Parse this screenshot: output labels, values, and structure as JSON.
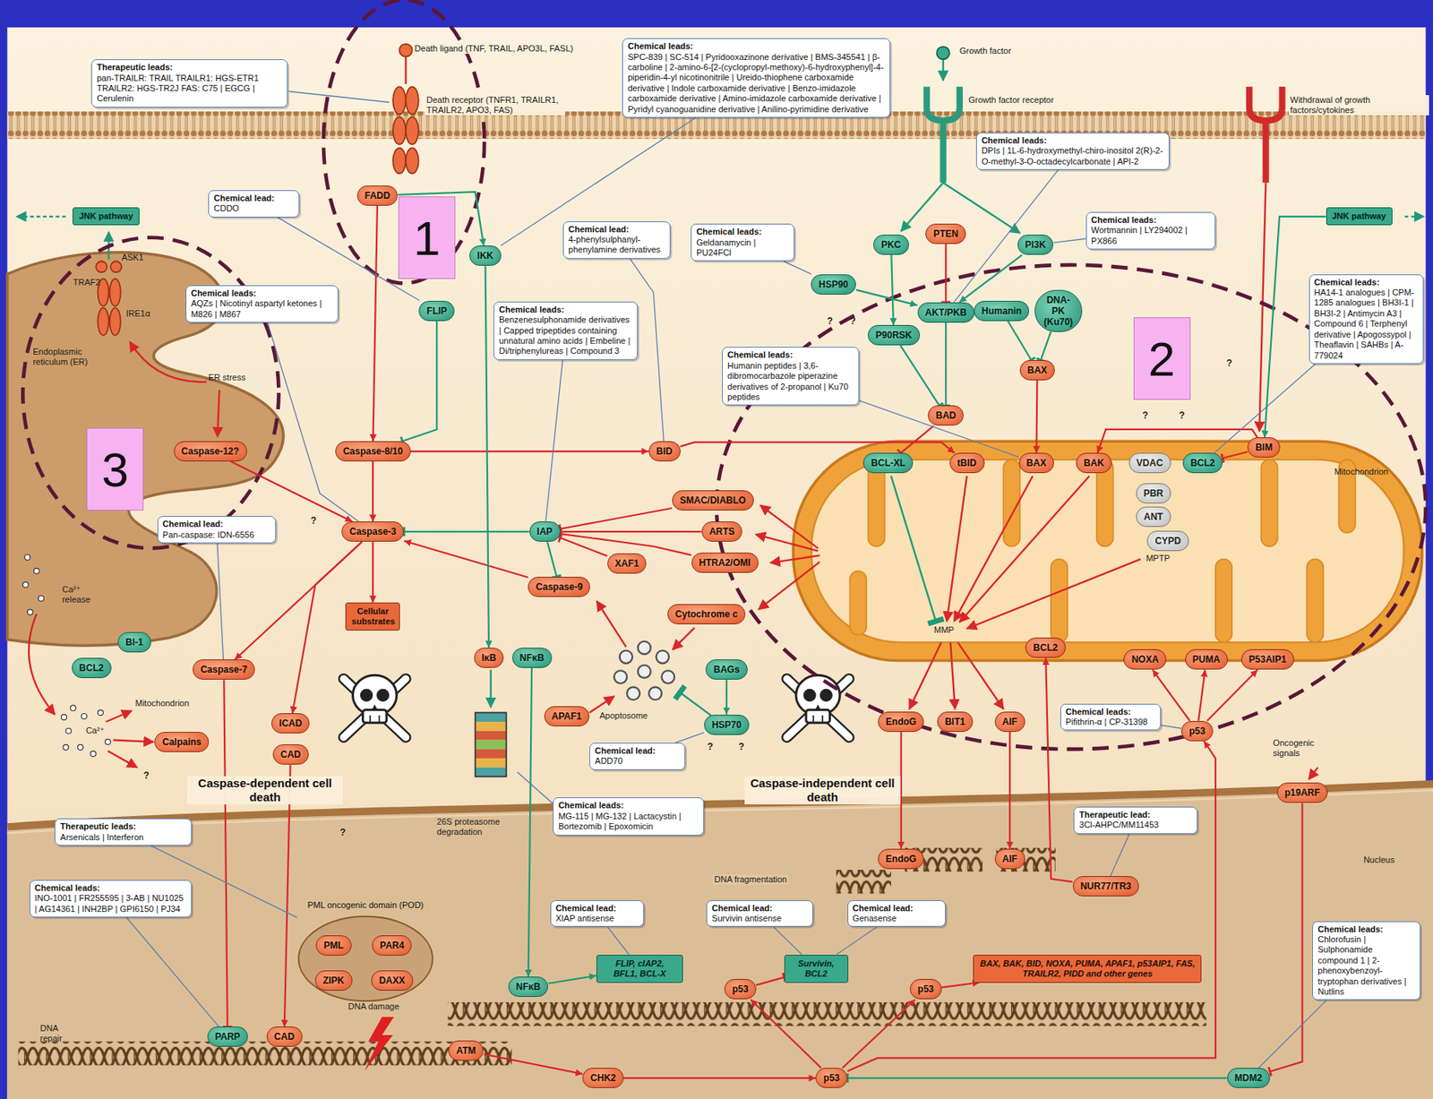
{
  "diagram": {
    "nodes": [
      {
        "text": [
          "Therapeutic leads:",
          "pan-TRAILR: TRAIL TRAILR1: HGS-ETR1 TRAILR2: HGS-TR2J FAS: C75 | EGCG | Cerulenin"
        ]
      },
      {
        "text": [
          "Chemical leads:",
          "SPC-839 | SC-514 | Pyridooxazinone derivative | BMS-345541 | β-carboline | 2-amino-6-[2-(cyclopropyl-methoxy)-6-hydroxyphenyl]-4-piperidin-4-yl nicotinonitrile | Ureido-thiophene carboxamide derivative | Indole carboxamide derivative | Benzo-imidazole carboxamide derivative | Amino-imidazole carboxamide derivative | Pyridyl cyanoguanidine derivative | Anilino-pyrimidine derivative"
        ]
      },
      {
        "text": [
          "Chemical leads:",
          "DPIs | 1L-6-hydroxymethyl-chiro-inositol 2(R)-2-O-methyl-3-O-octadecylcarbonate | API-2"
        ]
      },
      {
        "text": [
          "FADD"
        ]
      },
      {
        "text": [
          "Chemical lead:",
          "CDDO"
        ]
      },
      {
        "text": [
          "IKK"
        ]
      },
      {
        "text": [
          "JNK pathway"
        ]
      },
      {
        "text": [
          "JNK pathway"
        ]
      },
      {
        "text": [
          "PKC"
        ]
      },
      {
        "text": [
          "PTEN"
        ]
      },
      {
        "text": [
          "PI3K"
        ]
      },
      {
        "text": [
          "Chemical leads:",
          "Wortmannin | LY294002 | PX866"
        ]
      },
      {
        "text": [
          "Chemical lead:",
          "4-phenylsulphanyl-phenylamine derivatives"
        ]
      },
      {
        "text": [
          "Chemical leads:",
          "Geldanamycin | PU24FCl"
        ]
      },
      {
        "text": [
          "HSP90"
        ]
      },
      {
        "text": [
          "AKT/PKB"
        ]
      },
      {
        "text": [
          "Humanin"
        ]
      },
      {
        "text": [
          "DNA-PK (Ku70)"
        ]
      },
      {
        "text": [
          "FLIP"
        ]
      },
      {
        "text": [
          "Chemical leads:",
          "AQZs | Nicotinyl aspartyl ketones | M826 | M867"
        ]
      },
      {
        "text": [
          "P90RSK"
        ]
      },
      {
        "text": [
          "Chemical leads:",
          "Benzenesulphonamide derivatives | Capped tripeptides containing unnatural amino acids | Embeline | Di/triphenylureas | Compound 3"
        ]
      },
      {
        "text": [
          "Chemical leads:",
          "Humanin peptides | 3,6-dibromocarbazole piperazine derivatives of 2-propanol | Ku70 peptides"
        ]
      },
      {
        "text": [
          "Chemical leads:",
          "HA14-1 analogues | CPM-1285 analogues | BH3I-1 | BH3I-2 | Antimycin A3 | Compound 6 | Terphenyl derivative | Apogossypol | Theaflavin | SAHBs | A-779024"
        ]
      },
      {
        "text": [
          "BAX"
        ]
      },
      {
        "text": [
          "BAD"
        ]
      },
      {
        "text": [
          "Caspase-12?"
        ]
      },
      {
        "text": [
          "Caspase-8/10"
        ]
      },
      {
        "text": [
          "BID"
        ]
      },
      {
        "text": [
          "BIM"
        ]
      },
      {
        "text": [
          "BCL-XL"
        ]
      },
      {
        "text": [
          "tBID"
        ]
      },
      {
        "text": [
          "BAX"
        ]
      },
      {
        "text": [
          "BAK"
        ]
      },
      {
        "text": [
          "VDAC"
        ]
      },
      {
        "text": [
          "BCL2"
        ]
      },
      {
        "text": [
          "SMAC/DIABLO"
        ]
      },
      {
        "text": [
          "Caspase-3"
        ]
      },
      {
        "text": [
          "IAP"
        ]
      },
      {
        "text": [
          "ARTS"
        ]
      },
      {
        "text": [
          "Chemical lead:",
          "Pan-caspase: IDN-6556"
        ]
      },
      {
        "text": [
          "HTRA2/OMI"
        ]
      },
      {
        "text": [
          "XAF1"
        ]
      },
      {
        "text": [
          "PBR"
        ]
      },
      {
        "text": [
          "ANT"
        ]
      },
      {
        "text": [
          "CYPD"
        ]
      },
      {
        "text": [
          "Caspase-9"
        ]
      },
      {
        "text": [
          "Cytochrome c"
        ]
      },
      {
        "text": [
          "Cellular substrates"
        ]
      },
      {
        "text": [
          "BI-1"
        ]
      },
      {
        "text": [
          "BCL2"
        ]
      },
      {
        "text": [
          "Caspase-7"
        ]
      },
      {
        "text": [
          "IκB"
        ]
      },
      {
        "text": [
          "NFκB"
        ]
      },
      {
        "text": [
          "BAGs"
        ]
      },
      {
        "text": [
          "BCL2"
        ]
      },
      {
        "text": [
          "NOXA"
        ]
      },
      {
        "text": [
          "PUMA"
        ]
      },
      {
        "text": [
          "P53AIP1"
        ]
      },
      {
        "text": [
          "APAF1"
        ]
      },
      {
        "text": [
          "HSP70"
        ]
      },
      {
        "text": [
          "ICAD"
        ]
      },
      {
        "text": [
          "CAD"
        ]
      },
      {
        "text": [
          "Calpains"
        ]
      },
      {
        "text": [
          "EndoG"
        ]
      },
      {
        "text": [
          "BIT1"
        ]
      },
      {
        "text": [
          "AIF"
        ]
      },
      {
        "text": [
          "Chemical leads:",
          "Pifithrin-α | CP-31398"
        ]
      },
      {
        "text": [
          "p53"
        ]
      },
      {
        "text": [
          "Chemical lead:",
          "ADD70"
        ]
      },
      {
        "text": [
          "p19ARF"
        ]
      },
      {
        "text": [
          "Chemical leads:",
          "MG-115 | MG-132 | Lactacystin | Bortezomib | Epoxomicin"
        ]
      },
      {
        "text": [
          "Therapeutic lead:",
          "3Cl-AHPC/MM11453"
        ]
      },
      {
        "text": [
          "Therapeutic leads:",
          "Arsenicals | Interferon"
        ]
      },
      {
        "text": [
          "PML oncogenic domain (POD)"
        ]
      },
      {
        "text": [
          "PML"
        ],
        "in": 74
      },
      {
        "text": [
          "PAR4"
        ],
        "in": 74
      },
      {
        "text": [
          "ZIPK"
        ],
        "in": 74
      },
      {
        "text": [
          "DAXX"
        ],
        "in": 74
      },
      {
        "text": [
          "EndoG"
        ]
      },
      {
        "text": [
          "AIF"
        ]
      },
      {
        "text": [
          "NUR77/TR3"
        ]
      },
      {
        "text": [
          "Chemical leads:",
          "INO-1001 | FR255595 | 3-AB | NU1025 | AG14361 | INH2BP | GPI6150 | PJ34"
        ]
      },
      {
        "text": [
          "Chemical lead:",
          "XIAP antisense"
        ]
      },
      {
        "text": [
          "Chemical lead:",
          "Survivin antisense"
        ]
      },
      {
        "text": [
          "Chemical lead:",
          "Genasense"
        ]
      },
      {
        "text": [
          "Chemical leads:",
          "Chlorofusin | Sulphonamide compound 1 | 2-phenoxybenzoyl-tryptophan derivatives | Nutlins"
        ]
      },
      {
        "text": [
          "NFκB"
        ]
      },
      {
        "text": [
          "FLIP, cIAP2, BFL1, BCL-X"
        ]
      },
      {
        "text": [
          "p53"
        ]
      },
      {
        "text": [
          "Survivin, BCL2"
        ]
      },
      {
        "text": [
          "p53"
        ]
      },
      {
        "text": [
          "BAX, BAK, BID, NOXA, PUMA, APAF1, p53AIP1, FAS, TRAILR2, PIDD and other genes"
        ]
      },
      {
        "text": [
          "PARP"
        ]
      },
      {
        "text": [
          "CAD"
        ]
      },
      {
        "text": [
          "ATM"
        ]
      },
      {
        "text": [
          "CHK2"
        ]
      },
      {
        "text": [
          "p53"
        ]
      },
      {
        "text": [
          "MDM2"
        ]
      }
    ],
    "edges": [
      {
        "from": 3,
        "to": 27,
        "arrow": "to"
      },
      {
        "from": 18,
        "to": 27,
        "arrow": "to"
      },
      {
        "from": 27,
        "to": 37,
        "arrow": "to"
      },
      {
        "from": 27,
        "to": 28,
        "arrow": "to"
      },
      {
        "from": 28,
        "to": 31,
        "arrow": "to"
      },
      {
        "from": 26,
        "to": 37,
        "arrow": "to"
      },
      {
        "from": 37,
        "to": 48,
        "arrow": "to"
      },
      {
        "from": 37,
        "to": 51,
        "arrow": "to"
      },
      {
        "from": 37,
        "to": 61,
        "arrow": "to"
      },
      {
        "from": 38,
        "to": 37,
        "arrow": "to"
      },
      {
        "from": 38,
        "to": 46,
        "arrow": "to"
      },
      {
        "from": 46,
        "to": 37,
        "arrow": "to"
      },
      {
        "from": 36,
        "to": 38,
        "arrow": "to"
      },
      {
        "from": 39,
        "to": 38,
        "arrow": "to"
      },
      {
        "from": 41,
        "to": 38,
        "arrow": "to"
      },
      {
        "from": 42,
        "to": 38,
        "arrow": "to"
      },
      {
        "from": 5,
        "to": 52,
        "arrow": "to"
      },
      {
        "from": 53,
        "to": 87,
        "arrow": "to"
      },
      {
        "from": 87,
        "to": 88,
        "arrow": "to"
      },
      {
        "from": 54,
        "to": 60,
        "arrow": "to"
      },
      {
        "from": 14,
        "to": 15,
        "arrow": "to"
      },
      {
        "from": 10,
        "to": 15,
        "arrow": "to"
      },
      {
        "from": 9,
        "to": 15,
        "arrow": "to"
      },
      {
        "from": 8,
        "to": 20,
        "arrow": "to"
      },
      {
        "from": 20,
        "to": 25,
        "arrow": "to"
      },
      {
        "from": 15,
        "to": 25,
        "arrow": "to"
      },
      {
        "from": 25,
        "to": 30,
        "arrow": "to"
      },
      {
        "from": 16,
        "to": 24,
        "arrow": "to"
      },
      {
        "from": 17,
        "to": 24,
        "arrow": "to"
      },
      {
        "from": 24,
        "to": 32,
        "arrow": "to"
      },
      {
        "from": 29,
        "to": 33,
        "arrow": "to"
      },
      {
        "from": 29,
        "to": 35,
        "arrow": "to"
      },
      {
        "from": 7,
        "to": 29,
        "arrow": "to"
      },
      {
        "from": 68,
        "to": 56,
        "arrow": "to"
      },
      {
        "from": 68,
        "to": 57,
        "arrow": "to"
      },
      {
        "from": 68,
        "to": 58,
        "arrow": "to"
      },
      {
        "from": 70,
        "to": 98,
        "arrow": "to"
      },
      {
        "from": 98,
        "to": 97,
        "arrow": "to"
      },
      {
        "from": 95,
        "to": 96,
        "arrow": "to"
      },
      {
        "from": 96,
        "to": 97,
        "arrow": "to"
      },
      {
        "from": 91,
        "to": 92,
        "arrow": "to"
      },
      {
        "from": 89,
        "to": 90,
        "arrow": "to"
      },
      {
        "from": 64,
        "to": 79,
        "arrow": "to"
      },
      {
        "from": 66,
        "to": 80,
        "arrow": "to"
      },
      {
        "from": 81,
        "to": 55,
        "arrow": "to"
      },
      {
        "from": 51,
        "to": 93,
        "arrow": "to"
      },
      {
        "from": 62,
        "to": 94,
        "arrow": "to"
      },
      {
        "from": 1,
        "to": 5,
        "arrow": "none"
      },
      {
        "from": 2,
        "to": 15,
        "arrow": "none"
      },
      {
        "from": 4,
        "to": 18,
        "arrow": "none"
      },
      {
        "from": 11,
        "to": 10,
        "arrow": "none"
      },
      {
        "from": 12,
        "to": 28,
        "arrow": "none"
      },
      {
        "from": 13,
        "to": 14,
        "arrow": "none"
      },
      {
        "from": 19,
        "to": 37,
        "arrow": "none"
      },
      {
        "from": 21,
        "to": 38,
        "arrow": "none"
      },
      {
        "from": 22,
        "to": 32,
        "arrow": "none"
      },
      {
        "from": 23,
        "to": 35,
        "arrow": "none"
      },
      {
        "from": 40,
        "to": 51,
        "arrow": "none"
      },
      {
        "from": 69,
        "to": 60,
        "arrow": "none"
      },
      {
        "from": 67,
        "to": 68,
        "arrow": "none"
      },
      {
        "from": 72,
        "to": 81,
        "arrow": "none"
      },
      {
        "from": 73,
        "to": 74,
        "arrow": "none"
      },
      {
        "from": 82,
        "to": 93,
        "arrow": "none"
      },
      {
        "from": 83,
        "to": 88,
        "arrow": "none"
      },
      {
        "from": 84,
        "to": 90,
        "arrow": "none"
      },
      {
        "from": 85,
        "to": 90,
        "arrow": "none"
      },
      {
        "from": 86,
        "to": 98,
        "arrow": "none"
      },
      {
        "from": 3,
        "to": 5,
        "arrow": "to"
      },
      {
        "from": 97,
        "to": 89,
        "arrow": "to"
      },
      {
        "from": 97,
        "to": 91,
        "arrow": "to"
      },
      {
        "from": 97,
        "to": 68,
        "arrow": "to"
      }
    ],
    "labels": [
      "Death ligand (TNF, TRAIL, APO3L, FASL)",
      "Death receptor (TNFR1, TRAILR1, TRAILR2, APO3, FAS)",
      "Growth factor",
      "Growth factor receptor",
      "Withdrawal of growth factors/cytokines",
      "ASK1",
      "TRAF2",
      "IRE1α",
      "Endoplasmic reticulum (ER)",
      "ER stress",
      "Ca²⁺ release",
      "Mitochondrion",
      "Ca²⁺",
      "Caspase-dependent cell death",
      "Caspase-independent cell death",
      "Apoptosome",
      "26S proteasome degradation",
      "MMP",
      "MPTP",
      "Mitochondrion",
      "DNA fragmentation",
      "Nucleus",
      "Oncogenic signals",
      "DNA repair",
      "DNA damage",
      "1",
      "2",
      "3",
      "?",
      "?",
      "?",
      "?",
      "?",
      "?",
      "?",
      "?",
      "?",
      "?"
    ]
  }
}
